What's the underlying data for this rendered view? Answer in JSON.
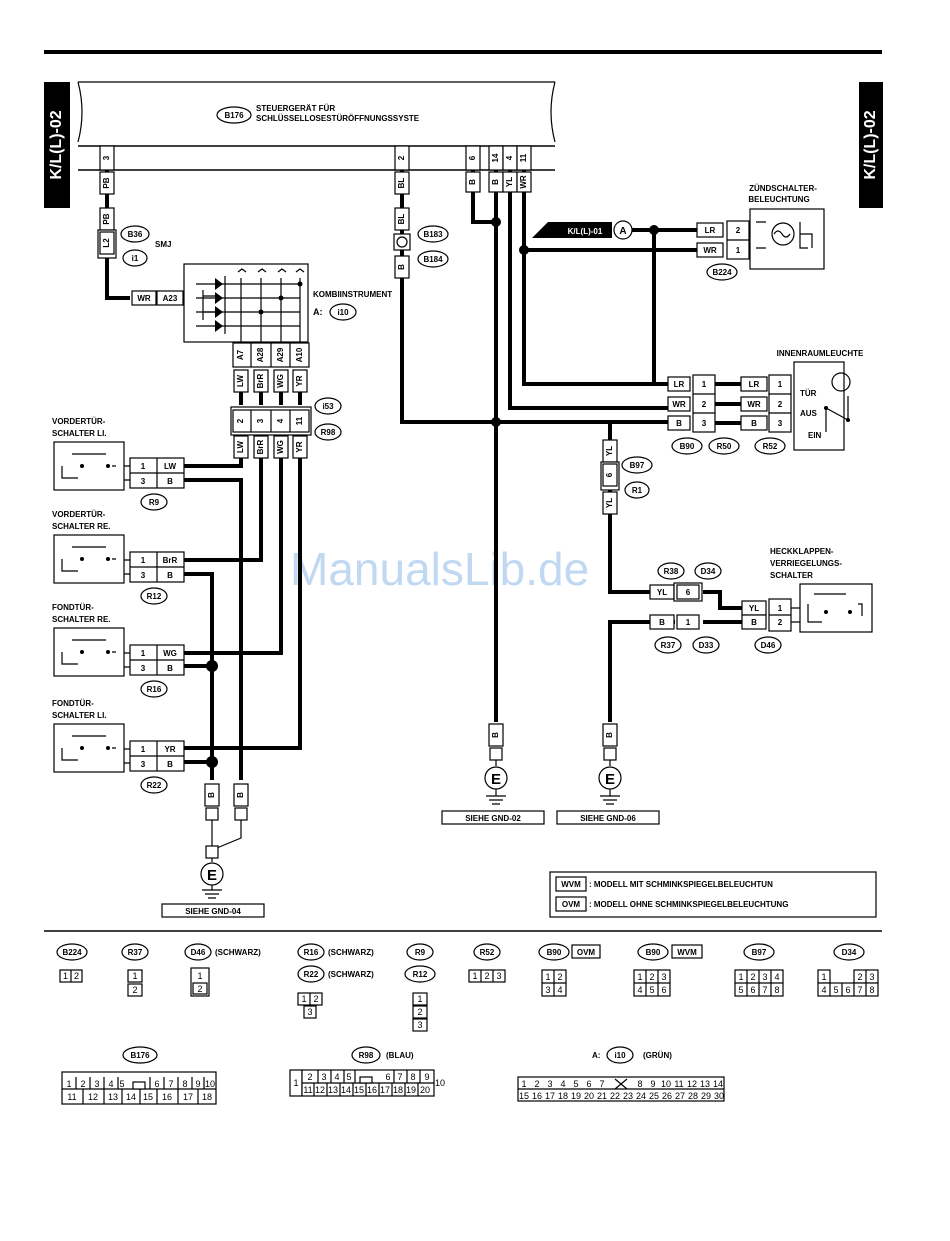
{
  "page": {
    "header_code_left": "K/L(L)-02",
    "header_code_right": "K/L(L)-02",
    "watermark": "ManualsLib.de"
  },
  "ecu": {
    "connector": "B176",
    "title_line1": "STEUERGERÄT FÜR",
    "title_line2": "SCHLÜSSELLOSESTÜRÖFFNUNGSSYSTE",
    "pins": [
      "3",
      "2",
      "6",
      "14",
      "4",
      "11"
    ]
  },
  "wires": {
    "pb": "PB",
    "l2": "L2",
    "wr": "WR",
    "bl": "BL",
    "b": "B",
    "yl": "YL",
    "lr": "LR",
    "lw": "LW",
    "brr": "BrR",
    "wg": "WG",
    "yr": "YR"
  },
  "connectors": {
    "b36": "B36",
    "i1": "i1",
    "smj": "SMJ",
    "b183": "B183",
    "b184": "B184",
    "a23": "A23",
    "a7": "A7",
    "a28": "A28",
    "a29": "A29",
    "a10": "A10",
    "i53": "i53",
    "r98": "R98",
    "b224": "B224",
    "b90": "B90",
    "r50": "R50",
    "r52": "R52",
    "b97": "B97",
    "r1": "R1",
    "r38": "R38",
    "d34": "D34",
    "r37": "R37",
    "d33": "D33",
    "d46": "D46",
    "r9": "R9",
    "r12": "R12",
    "r16": "R16",
    "r22": "R22"
  },
  "components": {
    "kombi_label": "KOMBIINSTRUMENT",
    "kombi_ref_prefix": "A:",
    "kombi_ref": "i10",
    "zuend_line1": "ZÜNDSCHALTER-",
    "zuend_line2": "BELEUCHTUNG",
    "innen_title": "INNENRAUMLEUCHTE",
    "innen_tuer": "TÜR",
    "innen_aus": "AUS",
    "innen_ein": "EIN",
    "heck_line1": "HECKKLAPPEN-",
    "heck_line2": "VERRIEGELUNGS-",
    "heck_line3": "SCHALTER",
    "vl_line1": "VORDERTÜR-",
    "vl_line2": "SCHALTER LI.",
    "vr_line1": "VORDERTÜR-",
    "vr_line2": "SCHALTER RE.",
    "fr_line1": "FONDTÜR-",
    "fr_line2": "SCHALTER RE.",
    "fl_line1": "FONDTÜR-",
    "fl_line2": "SCHALTER LI."
  },
  "crossref": {
    "label": "K/L(L)-01",
    "letter": "A"
  },
  "grounds": {
    "letter": "E",
    "gnd02": "SIEHE GND-02",
    "gnd06": "SIEHE GND-06",
    "gnd04": "SIEHE GND-04"
  },
  "legend": {
    "wvm_code": "WVM",
    "wvm_text": ": MODELL MIT SCHMINKSPIEGELBELEUCHTUN",
    "ovm_code": "OVM",
    "ovm_text": ": MODELL OHNE SCHMINKSPIEGELBELEUCHTUNG"
  },
  "connector_views": {
    "schwarz": "(SCHWARZ)",
    "blau": "(BLAU)",
    "gruen": "(GRÜN)",
    "a_prefix": "A:"
  }
}
